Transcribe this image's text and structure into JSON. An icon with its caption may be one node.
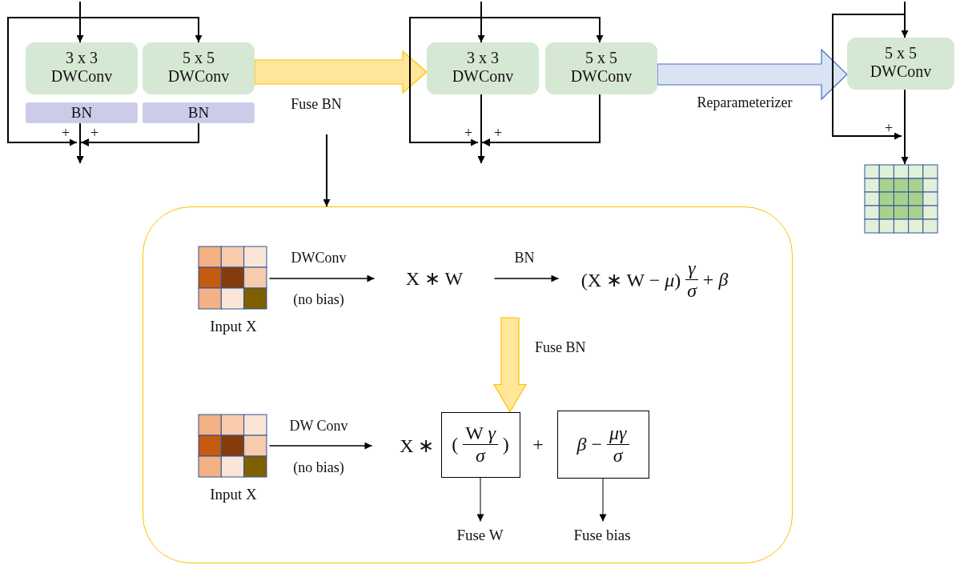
{
  "diagram": {
    "nodes": [
      {
        "text": [
          "3 x 3 DWConv"
        ]
      },
      {
        "text": [
          "5 x 5 DWConv"
        ]
      },
      {
        "text": [
          "BN"
        ]
      },
      {
        "text": [
          "BN"
        ]
      },
      {
        "text": [
          "3 x 3 DWConv"
        ]
      },
      {
        "text": [
          "5 x 5 DWConv"
        ]
      },
      {
        "text": [
          "5 x 5 DWConv"
        ]
      },
      {
        "text": [],
        "shape": "grid"
      },
      {
        "text": [],
        "shape": "box"
      },
      {
        "text": [],
        "shape": "grid",
        "beside": [
          "Input X"
        ],
        "in": 8
      },
      {
        "text": [
          "X ∗ W"
        ],
        "in": 8
      },
      {
        "text": [
          "(X ∗ W − *μ*)",
          "*γ*",
          "*σ*",
          "+ *β*"
        ],
        "in": 8
      },
      {
        "text": [],
        "shape": "grid",
        "beside": [
          "Input X"
        ],
        "in": 8
      },
      {
        "text": [
          "X ∗"
        ],
        "in": 8
      },
      {
        "text": [
          "(",
          "W *γ*",
          "*σ*",
          ")"
        ],
        "in": 8
      },
      {
        "text": [
          "*β* −",
          "*μγ*",
          "*σ*"
        ],
        "in": 8
      },
      {
        "text": [
          "Fuse W"
        ],
        "in": 8
      },
      {
        "text": [
          "Fuse bias"
        ],
        "in": 8
      }
    ],
    "edges": [
      {
        "from": null,
        "to": 0,
        "arrow": "to"
      },
      {
        "from": null,
        "to": 1,
        "arrow": "to"
      },
      {
        "from": 2,
        "to": null,
        "arrow": "to"
      },
      {
        "from": 3,
        "to": null,
        "arrow": "to"
      },
      {
        "from": 1,
        "to": 4,
        "arrow": "to",
        "label": "Fuse BN",
        "style": "thick",
        "color": "#ffe699"
      },
      {
        "from": null,
        "to": 8,
        "arrow": "to"
      },
      {
        "from": null,
        "to": 4,
        "arrow": "to"
      },
      {
        "from": null,
        "to": 5,
        "arrow": "to"
      },
      {
        "from": 4,
        "to": null,
        "arrow": "to"
      },
      {
        "from": 5,
        "to": null,
        "arrow": "to"
      },
      {
        "from": 5,
        "to": 6,
        "arrow": "to",
        "label": "Reparameterizer",
        "style": "thick",
        "color": "#dae3f3"
      },
      {
        "from": null,
        "to": 6,
        "arrow": "to"
      },
      {
        "from": 6,
        "to": 7,
        "arrow": "to"
      },
      {
        "from": 9,
        "to": 10,
        "arrow": "to",
        "label": "DWConv"
      },
      {
        "from": 10,
        "to": 11,
        "arrow": "to",
        "label": "BN"
      },
      {
        "from": null,
        "to": 14,
        "arrow": "to",
        "label": "Fuse BN",
        "style": "thick",
        "color": "#ffe699"
      },
      {
        "from": 12,
        "to": 13,
        "arrow": "to",
        "label": "DW Conv"
      },
      {
        "from": 14,
        "to": 16,
        "arrow": "to"
      },
      {
        "from": 15,
        "to": 17,
        "arrow": "to"
      }
    ],
    "labels": [
      "+",
      "+",
      "+",
      "+",
      "+",
      "(no bias)",
      "+",
      "(no bias)"
    ]
  }
}
